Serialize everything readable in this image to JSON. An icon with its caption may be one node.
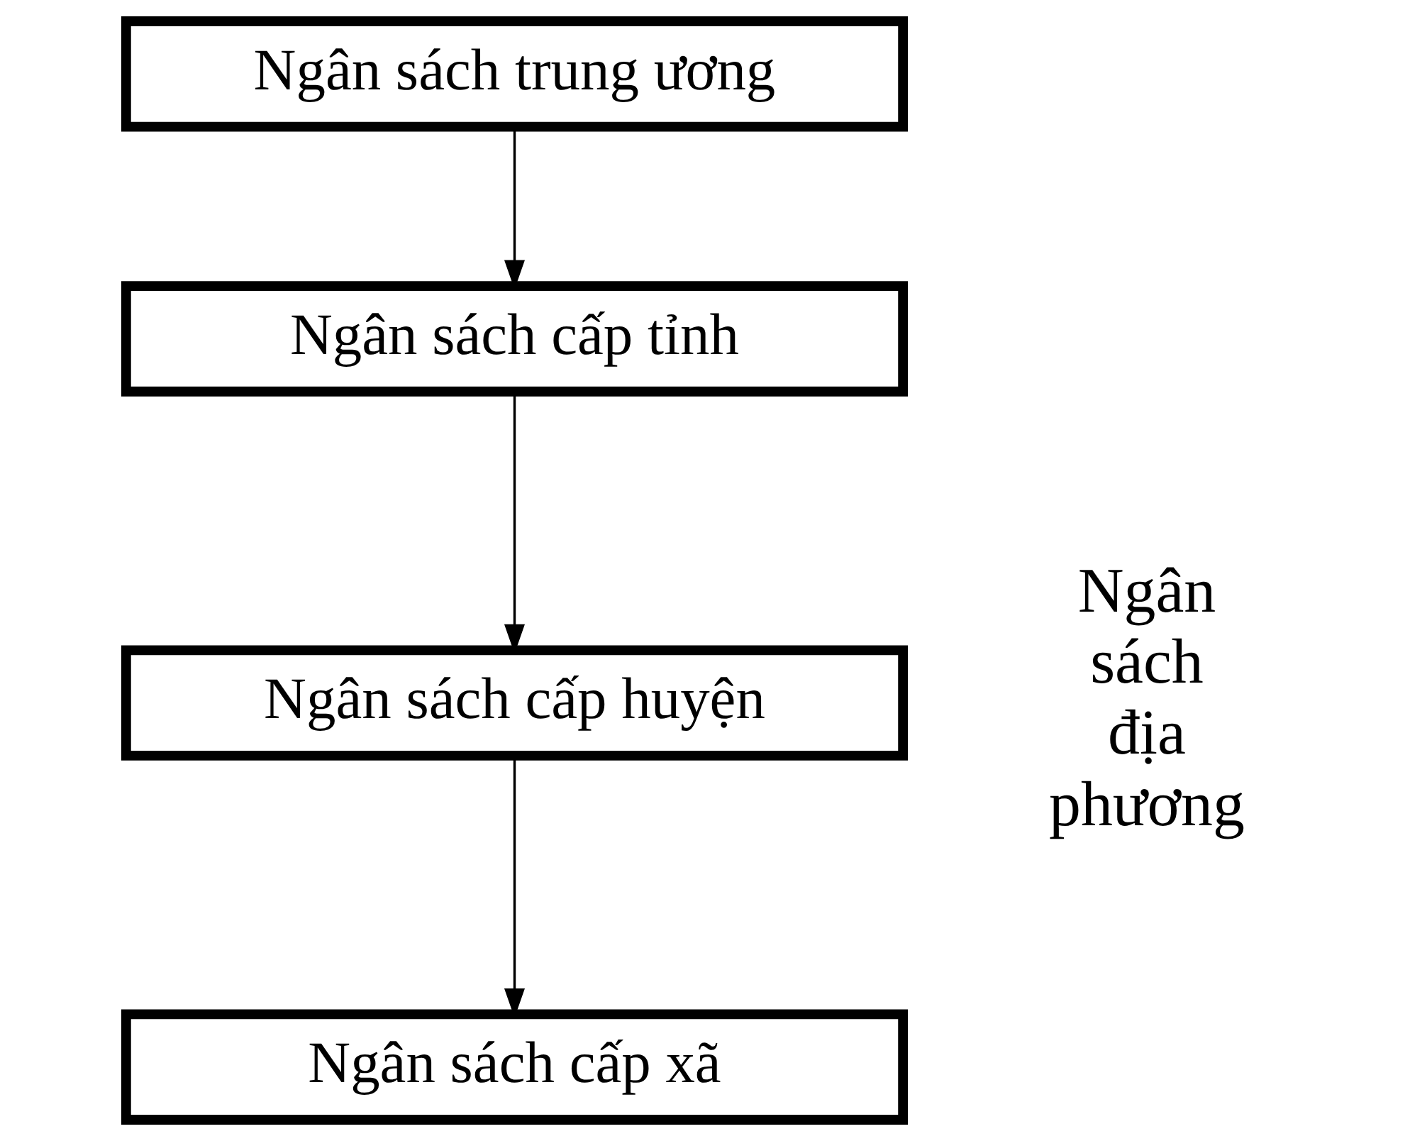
{
  "diagram": {
    "nodes": [
      {
        "text": [
          "Ngân sách trung ương"
        ]
      },
      {
        "text": [
          "Ngân sách cấp tỉnh"
        ]
      },
      {
        "text": [
          "Ngân sách cấp huyện"
        ]
      },
      {
        "text": [
          "Ngân sách cấp xã"
        ]
      }
    ],
    "edges": [
      {
        "from": 0,
        "to": 1,
        "arrow": "to"
      },
      {
        "from": 1,
        "to": 2,
        "arrow": "to"
      },
      {
        "from": 2,
        "to": 3,
        "arrow": "to"
      }
    ],
    "labels": [
      "Ngân sách địa phương"
    ]
  }
}
